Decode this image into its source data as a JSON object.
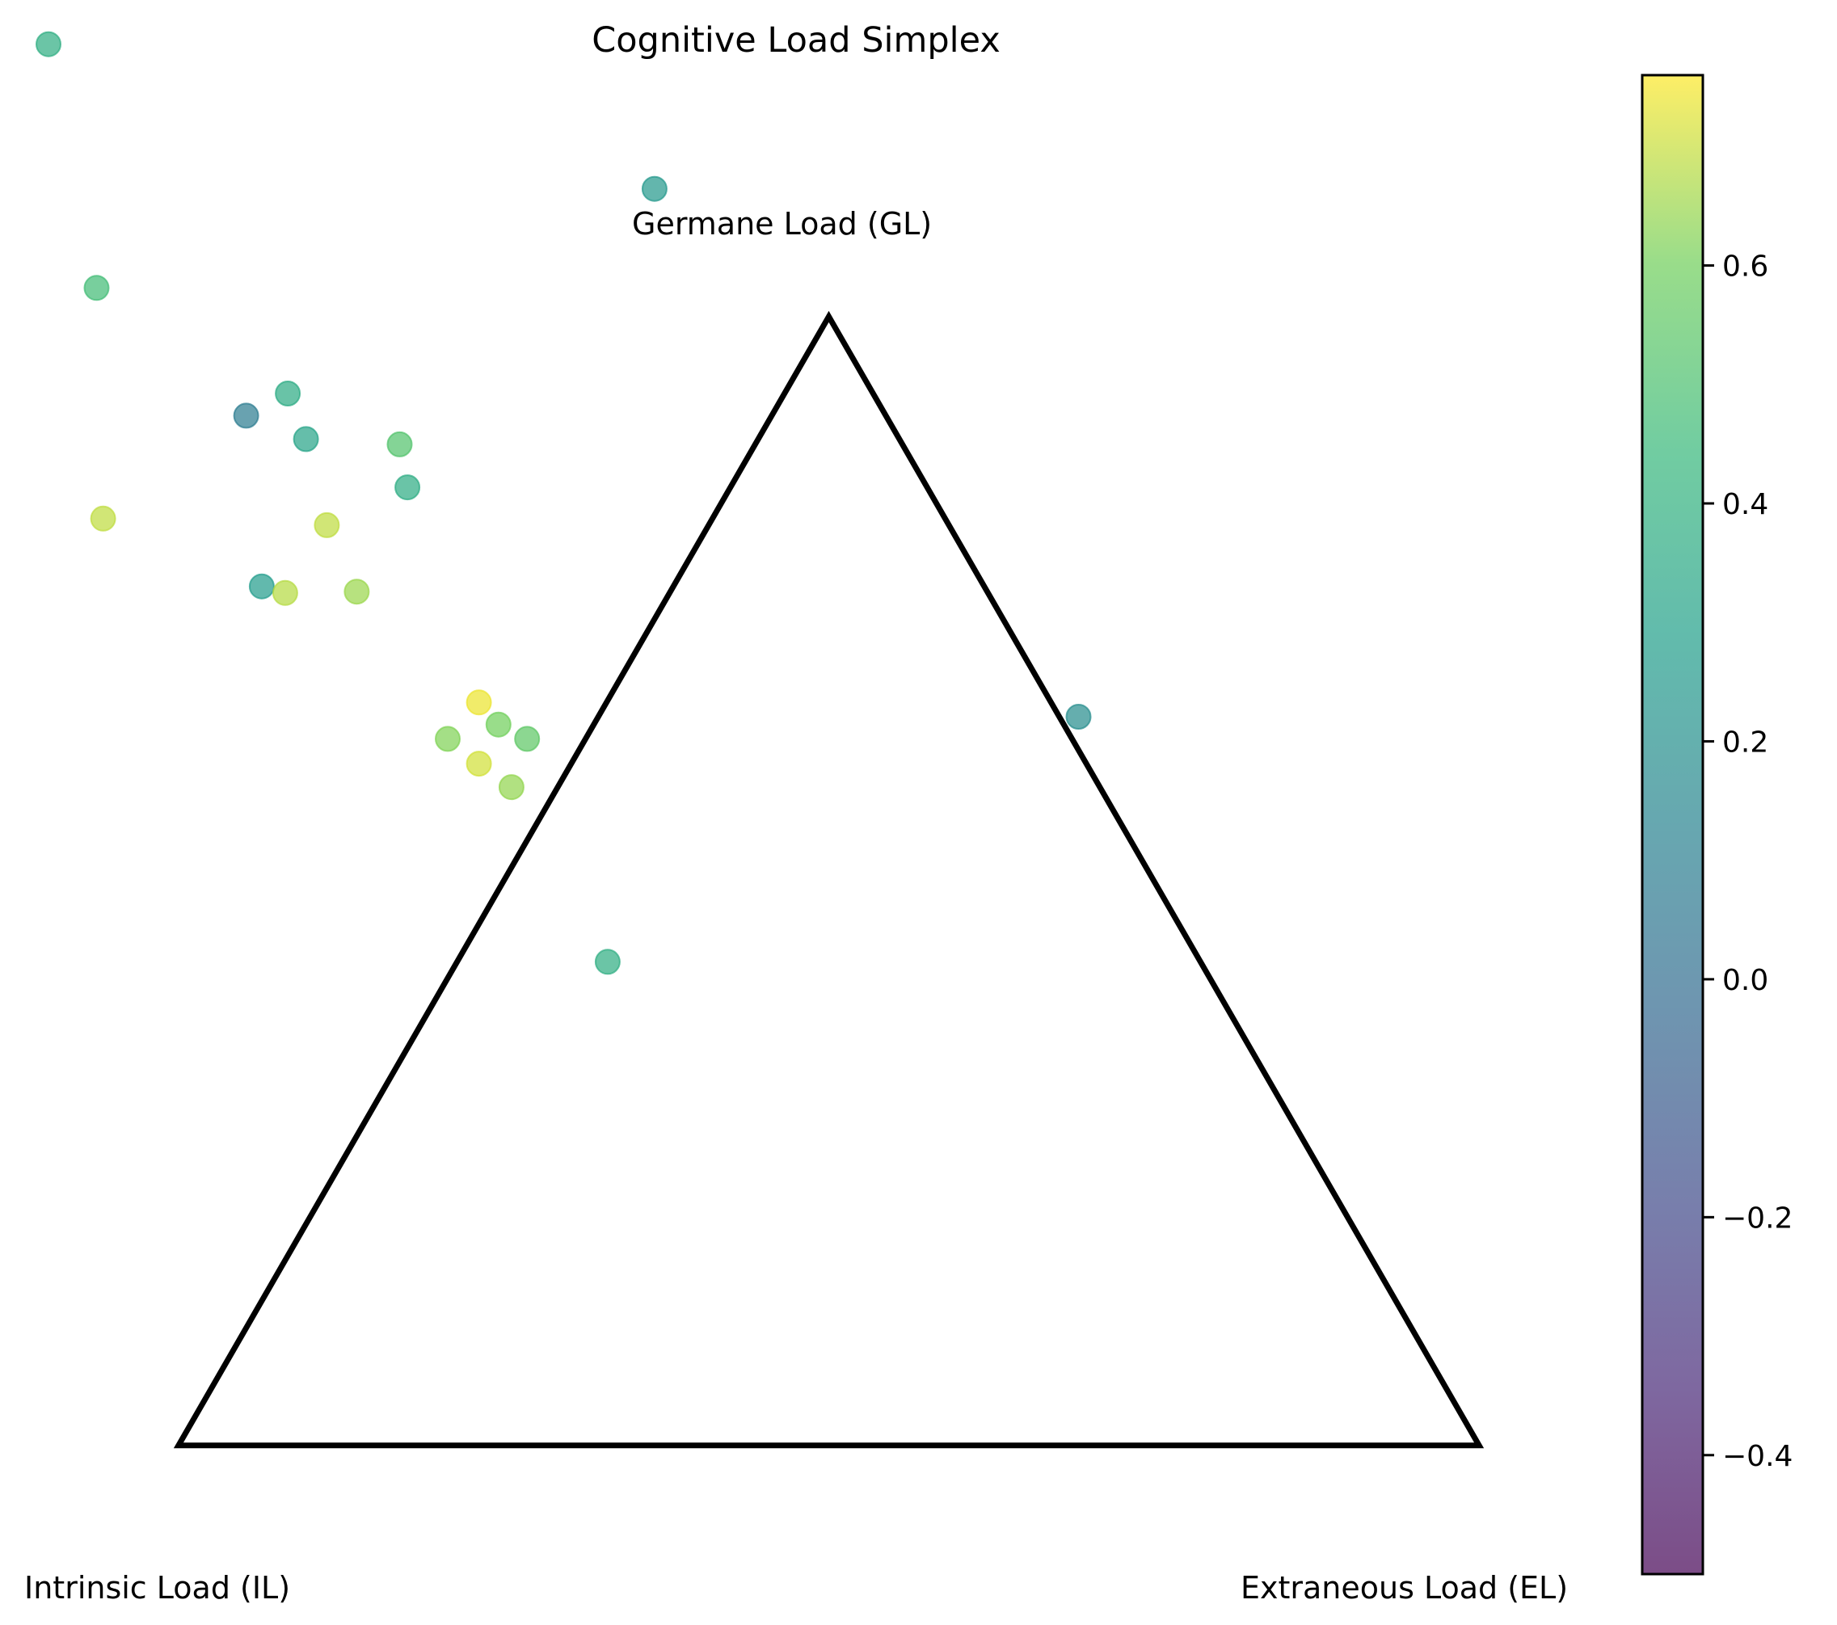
{
  "chart_data": {
    "type": "scatter",
    "title": "Cognitive Load Simplex",
    "vertex_labels": {
      "top": "Germane Load (GL)",
      "left": "Intrinsic Load (IL)",
      "right": "Extraneous Load (EL)"
    },
    "frame": {
      "x": [
        0,
        1
      ],
      "y": [
        0,
        0.866
      ]
    },
    "view": {
      "xlim": [
        -0.1,
        1.1
      ],
      "ylim": [
        -0.1,
        1.05
      ]
    },
    "colorbar": {
      "range": [
        -0.5,
        0.76
      ],
      "ticks": [
        0.6,
        0.4,
        0.2,
        0.0,
        -0.2,
        -0.4
      ],
      "tick_labels": [
        "0.6",
        "0.4",
        "0.2",
        "0.0",
        "−0.2",
        "−0.4"
      ]
    },
    "colormap": "viridis",
    "opacity": 0.7,
    "points": [
      {
        "x": -0.1,
        "y": 1.075,
        "v": 0.38
      },
      {
        "x": 0.366,
        "y": 0.964,
        "v": 0.25
      },
      {
        "x": -0.063,
        "y": 0.888,
        "v": 0.47
      },
      {
        "x": 0.084,
        "y": 0.807,
        "v": 0.36
      },
      {
        "x": 0.052,
        "y": 0.79,
        "v": 0.08
      },
      {
        "x": 0.098,
        "y": 0.772,
        "v": 0.32
      },
      {
        "x": 0.17,
        "y": 0.768,
        "v": 0.52
      },
      {
        "x": 0.176,
        "y": 0.735,
        "v": 0.37
      },
      {
        "x": -0.058,
        "y": 0.711,
        "v": 0.69
      },
      {
        "x": 0.114,
        "y": 0.706,
        "v": 0.69
      },
      {
        "x": 0.064,
        "y": 0.659,
        "v": 0.27
      },
      {
        "x": 0.082,
        "y": 0.654,
        "v": 0.68
      },
      {
        "x": 0.137,
        "y": 0.655,
        "v": 0.65
      },
      {
        "x": 0.231,
        "y": 0.57,
        "v": 0.74
      },
      {
        "x": 0.246,
        "y": 0.553,
        "v": 0.6
      },
      {
        "x": 0.268,
        "y": 0.542,
        "v": 0.55
      },
      {
        "x": 0.207,
        "y": 0.542,
        "v": 0.62
      },
      {
        "x": 0.231,
        "y": 0.523,
        "v": 0.71
      },
      {
        "x": 0.256,
        "y": 0.505,
        "v": 0.64
      },
      {
        "x": 0.33,
        "y": 0.371,
        "v": 0.38
      },
      {
        "x": 0.692,
        "y": 0.559,
        "v": 0.18
      }
    ]
  }
}
